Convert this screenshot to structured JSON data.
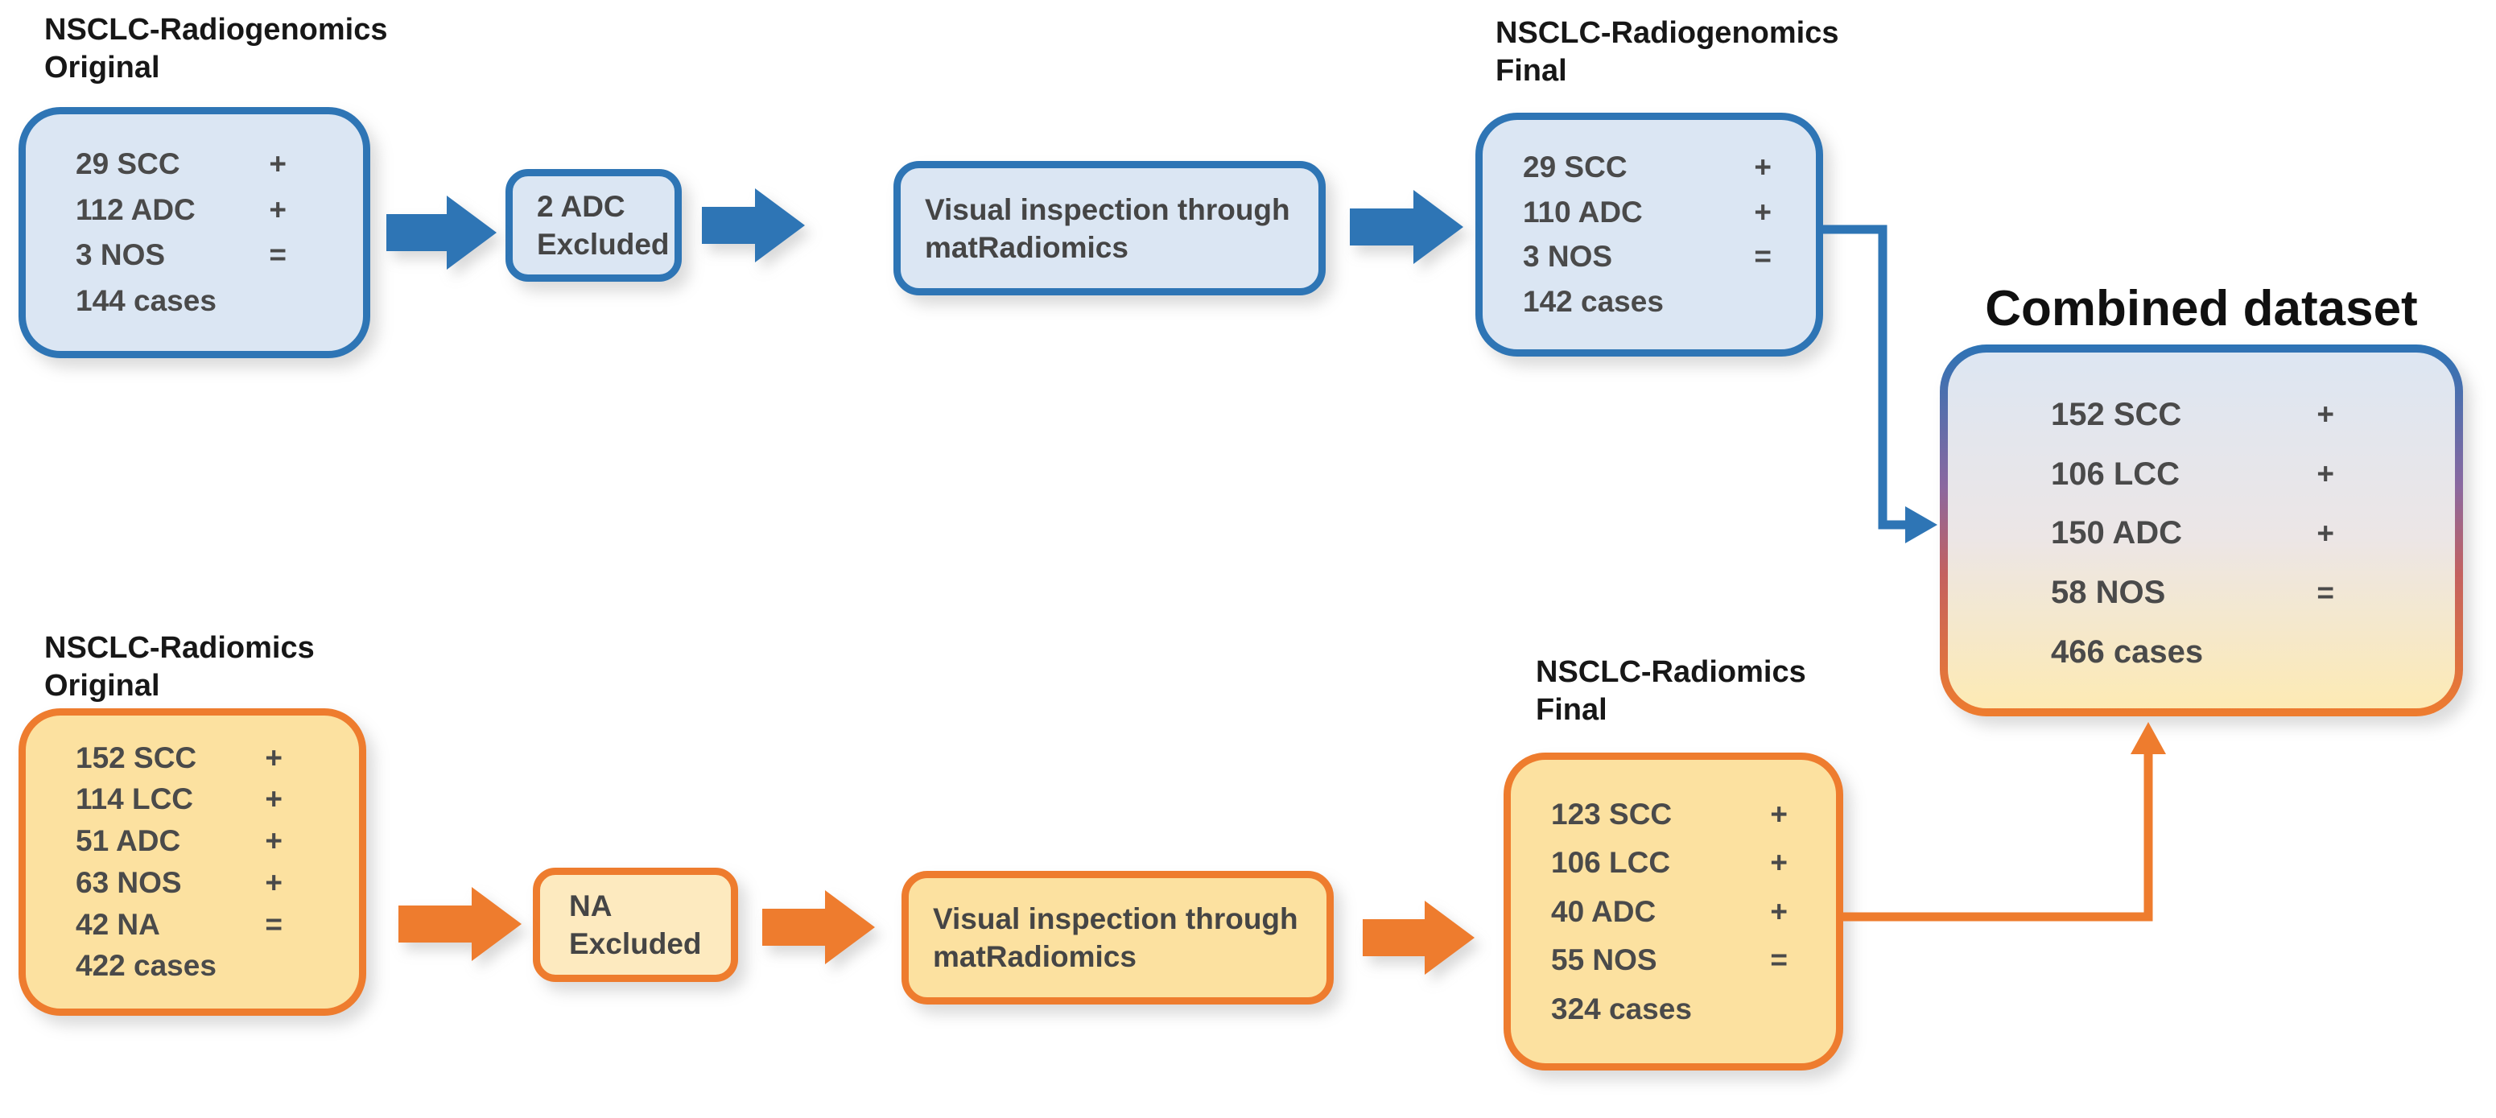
{
  "colors": {
    "blue": "#2e75b5",
    "blue_fill": "#dbe6f3",
    "orange": "#ee7c2e",
    "yellow_fill": "#fce1a0",
    "yellow_fill_light": "#fdeabf",
    "text_dark": "#171717",
    "text_gray": "#4a4a4a"
  },
  "top_flow": {
    "original_label": {
      "line1": "NSCLC-Radiogenomics",
      "line2": "Original"
    },
    "original_box": {
      "rows": [
        {
          "label": "29 SCC",
          "symbol": "+"
        },
        {
          "label": "112 ADC",
          "symbol": "+"
        },
        {
          "label": "3 NOS",
          "symbol": "="
        },
        {
          "label": "144 cases",
          "symbol": ""
        }
      ]
    },
    "excluded_box": {
      "line1": "2 ADC",
      "line2": "Excluded"
    },
    "inspection_box": {
      "line1": "Visual inspection through",
      "line2": "matRadiomics"
    },
    "final_label": {
      "line1": "NSCLC-Radiogenomics",
      "line2": "Final"
    },
    "final_box": {
      "rows": [
        {
          "label": "29 SCC",
          "symbol": "+"
        },
        {
          "label": "110 ADC",
          "symbol": "+"
        },
        {
          "label": "3 NOS",
          "symbol": "="
        },
        {
          "label": "142 cases",
          "symbol": ""
        }
      ]
    }
  },
  "bottom_flow": {
    "original_label": {
      "line1": "NSCLC-Radiomics",
      "line2": "Original"
    },
    "original_box": {
      "rows": [
        {
          "label": "152 SCC",
          "symbol": "+"
        },
        {
          "label": "114 LCC",
          "symbol": "+"
        },
        {
          "label": "51 ADC",
          "symbol": "+"
        },
        {
          "label": "63 NOS",
          "symbol": "+"
        },
        {
          "label": "42 NA",
          "symbol": "="
        },
        {
          "label": "422 cases",
          "symbol": ""
        }
      ]
    },
    "excluded_box": {
      "line1": "NA",
      "line2": "Excluded"
    },
    "inspection_box": {
      "line1": "Visual inspection through",
      "line2": "matRadiomics"
    },
    "final_label": {
      "line1": "NSCLC-Radiomics",
      "line2": "Final"
    },
    "final_box": {
      "rows": [
        {
          "label": "123 SCC",
          "symbol": "+"
        },
        {
          "label": "106 LCC",
          "symbol": "+"
        },
        {
          "label": "40 ADC",
          "symbol": "+"
        },
        {
          "label": "55 NOS",
          "symbol": "="
        },
        {
          "label": "324 cases",
          "symbol": ""
        }
      ]
    }
  },
  "combined": {
    "title": "Combined dataset",
    "rows": [
      {
        "label": "152 SCC",
        "symbol": "+"
      },
      {
        "label": "106 LCC",
        "symbol": "+"
      },
      {
        "label": "150 ADC",
        "symbol": "+"
      },
      {
        "label": "58 NOS",
        "symbol": "="
      },
      {
        "label": "466 cases",
        "symbol": ""
      }
    ]
  }
}
